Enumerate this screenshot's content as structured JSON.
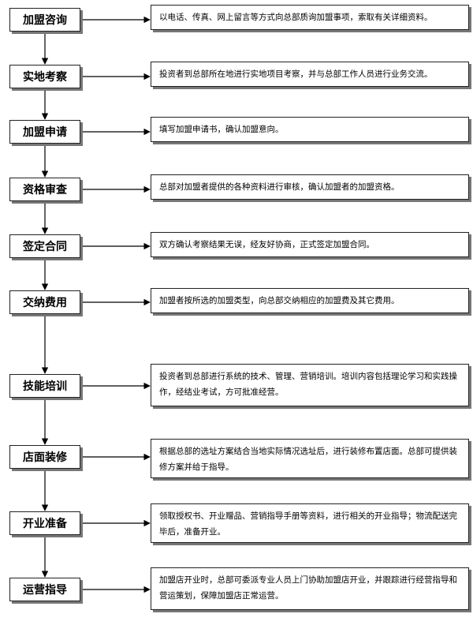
{
  "steps": [
    {
      "label": "加盟咨询",
      "desc": "以电话、传真、网上留言等方式向总部质询加盟事项，索取有关详细资料。"
    },
    {
      "label": "实地考察",
      "desc": "投资者到总部所在地进行实地项目考察，并与总部工作人员进行业务交流。"
    },
    {
      "label": "加盟申请",
      "desc": "填写加盟申请书，确认加盟意向。"
    },
    {
      "label": "资格审查",
      "desc": "总部对加盟者提供的各种资料进行审核，确认加盟者的加盟资格。"
    },
    {
      "label": "签定合同",
      "desc": "双方确认考察结果无误，经友好协商，正式签定加盟合同。"
    },
    {
      "label": "交纳费用",
      "desc": "加盟者按所选的加盟类型，向总部交纳相应的加盟费及其它费用。"
    },
    {
      "label": "技能培训",
      "desc": "投资者到总部进行系统的技术、管理、营销培训。培训内容包括理论学习和实践操作，经结业考试，方可批准经营。"
    },
    {
      "label": "店面装修",
      "desc": "根据总部的选址方案结合当地实际情况选址后，进行装修布置店面。总部可提供装修方案并给于指导。"
    },
    {
      "label": "开业准备",
      "desc": "领取授权书、开业赠品、营销指导手册等资料，进行相关的开业指导；物流配送完毕后，准备开业。"
    },
    {
      "label": "运营指导",
      "desc": "加盟店开业时，总部可委派专业人员上门协助加盟店开业，并跟踪进行经营指导和营运策划，保障加盟店正常运营。"
    }
  ]
}
